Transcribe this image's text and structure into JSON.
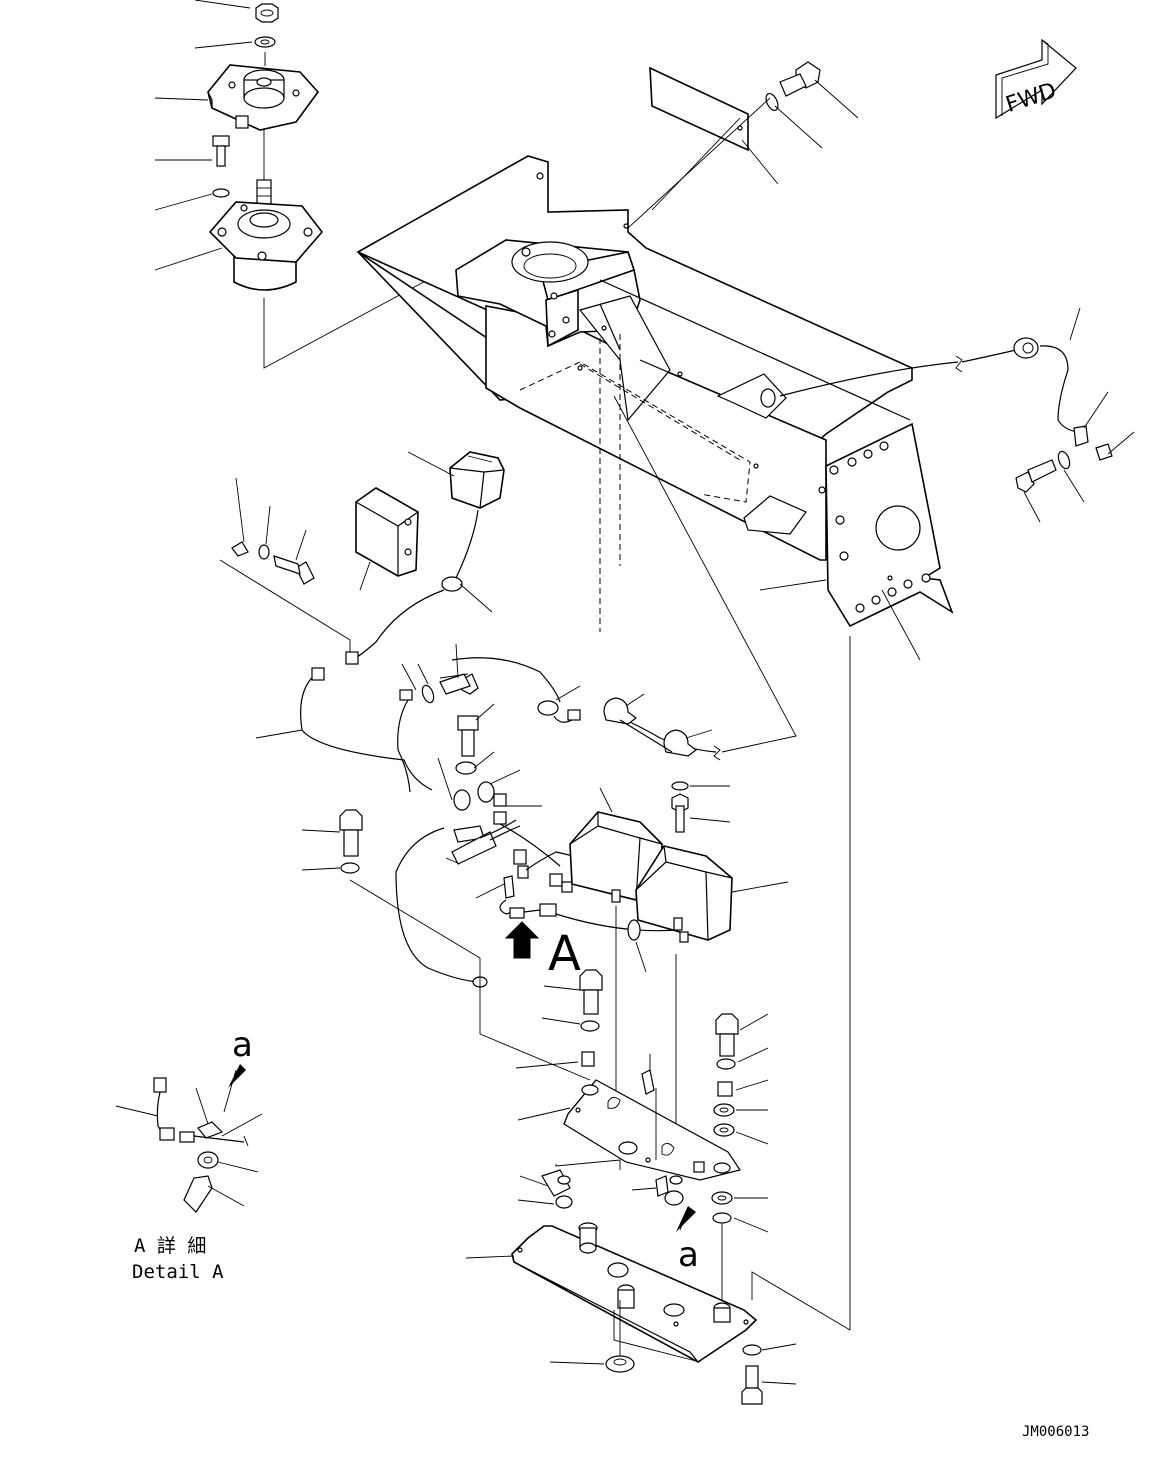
{
  "fwd_label": "FWD",
  "view_marker": "A",
  "subview_marker": "a",
  "detail_caption_jp": "A 詳 細",
  "detail_caption_en": "Detail A",
  "drawing_number": "JM006013"
}
